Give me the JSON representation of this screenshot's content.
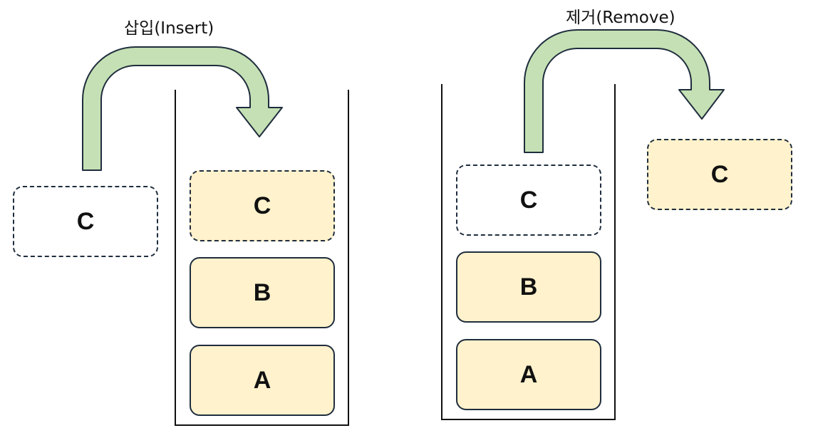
{
  "insert": {
    "caption": "삽입(Insert)",
    "incoming_block": "C",
    "stack_blocks": [
      "C",
      "B",
      "A"
    ]
  },
  "remove": {
    "caption": "제거(Remove)",
    "stack_blocks": [
      "C",
      "B",
      "A"
    ],
    "removed_block": "C"
  },
  "colors": {
    "block_fill": "#fff2cc",
    "arrow_fill": "#c5e0b4",
    "outline": "#1f2d3d"
  }
}
